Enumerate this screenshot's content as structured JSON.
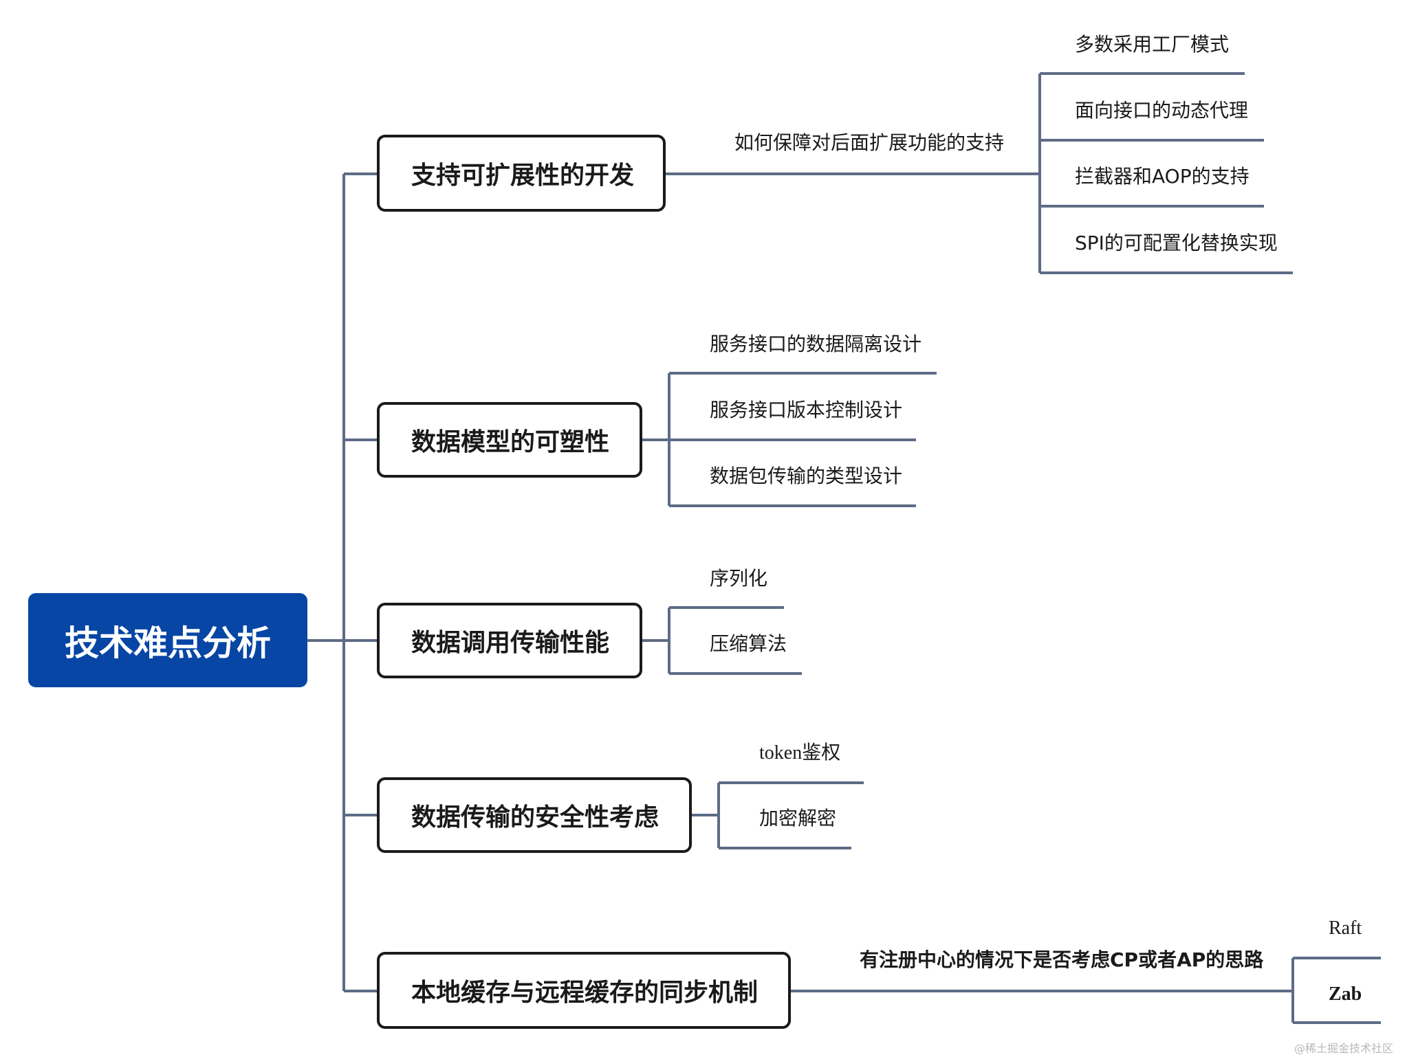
{
  "root": {
    "label": "技术难点分析"
  },
  "colors": {
    "root_fill": "#0746a5",
    "connector": "#5d6b86",
    "border": "#1a1a1a"
  },
  "topics": [
    {
      "label": "支持可扩展性的开发",
      "sub": {
        "label": "如何保障对后面扩展功能的支持"
      },
      "leaves": [
        "多数采用工厂模式",
        "面向接口的动态代理",
        "拦截器和AOP的支持",
        "SPI的可配置化替换实现"
      ]
    },
    {
      "label": "数据模型的可塑性",
      "leaves": [
        "服务接口的数据隔离设计",
        "服务接口版本控制设计",
        "数据包传输的类型设计"
      ]
    },
    {
      "label": "数据调用传输性能",
      "leaves": [
        "序列化",
        "压缩算法"
      ]
    },
    {
      "label": "数据传输的安全性考虑",
      "leaves": [
        "token鉴权",
        "加密解密"
      ]
    },
    {
      "label": "本地缓存与远程缓存的同步机制",
      "sub": {
        "label": "有注册中心的情况下是否考虑CP或者AP的思路"
      },
      "leaves": [
        "Raft",
        "Zab"
      ]
    }
  ],
  "watermark": "@稀土掘金技术社区"
}
